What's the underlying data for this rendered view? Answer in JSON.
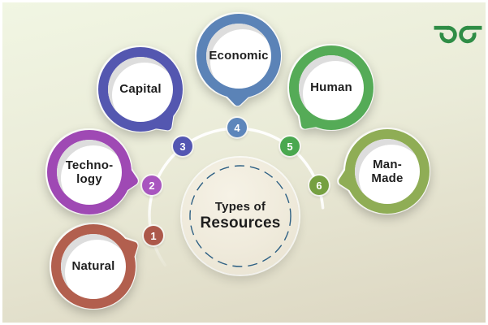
{
  "background": {
    "top": "#f1f6e3",
    "middle": "#eaebd8",
    "bottom": "#dcd6c1"
  },
  "frame_color": "#ffffff",
  "arc": {
    "color": "#ffffff"
  },
  "center_circle": {
    "line1": "Types of",
    "line2": "Resources",
    "dash_color": "#2e6084",
    "text_color": "#1e1e1e"
  },
  "bubbles": [
    {
      "label": "Natural",
      "number": "1",
      "ring_color": "#b25f4e",
      "badge_color": "#ac584a"
    },
    {
      "label": "Techno-\nlogy",
      "number": "2",
      "ring_color": "#9f49b4",
      "badge_color": "#a855bf"
    },
    {
      "label": "Capital",
      "number": "3",
      "ring_color": "#5457b0",
      "badge_color": "#5356b2"
    },
    {
      "label": "Economic",
      "number": "4",
      "ring_color": "#5b83b7",
      "badge_color": "#5d86bb"
    },
    {
      "label": "Human",
      "number": "5",
      "ring_color": "#55ab57",
      "badge_color": "#4aa84f"
    },
    {
      "label": "Man-\nMade",
      "number": "6",
      "ring_color": "#8fad55",
      "badge_color": "#76a041"
    }
  ],
  "logo": {
    "color": "#2f8d46"
  }
}
